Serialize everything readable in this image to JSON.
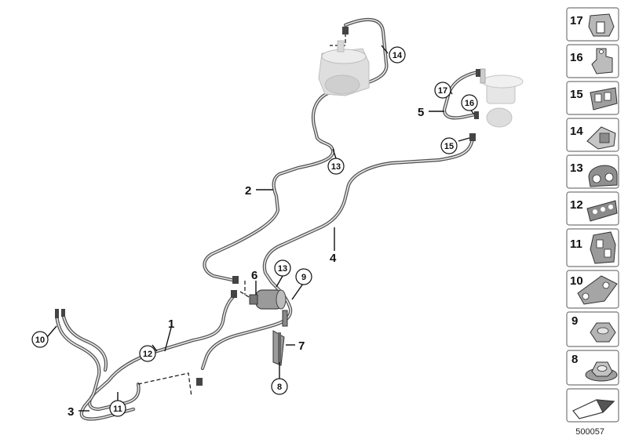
{
  "callouts": {
    "p1": "1",
    "p2": "2",
    "p3": "3",
    "p4": "4",
    "p5": "5",
    "p6": "6",
    "p7": "7",
    "c8": "8",
    "c9": "9",
    "c10": "10",
    "c11": "11",
    "c12": "12",
    "c13a": "13",
    "c13b": "13",
    "c14": "14",
    "c15": "15",
    "c16": "16",
    "c17": "17"
  },
  "sidebar": [
    "17",
    "16",
    "15",
    "14",
    "13",
    "12",
    "11",
    "10",
    "9",
    "8"
  ],
  "document_id": "500057"
}
